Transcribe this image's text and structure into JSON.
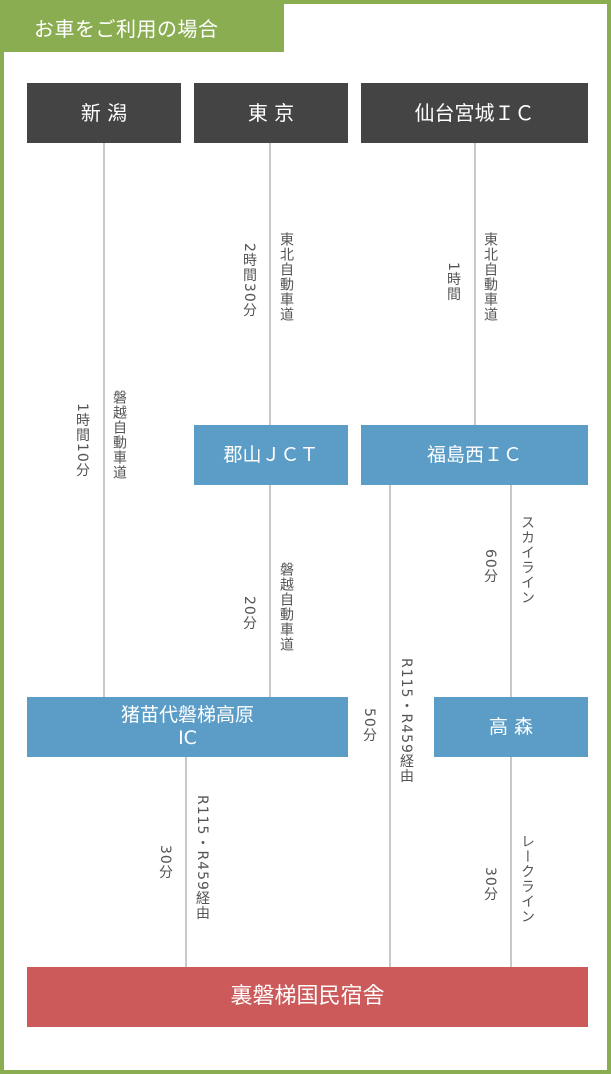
{
  "header": {
    "title": "お車をご利用の場合"
  },
  "colors": {
    "frame_green": "#8aad52",
    "origin_dark": "#444444",
    "junction_blue": "#5b9dc6",
    "destination_red": "#cd5a5a",
    "connector_gray": "#c8c8c8",
    "label_text": "#555555"
  },
  "origins": [
    {
      "label": "新 潟"
    },
    {
      "label": "東 京"
    },
    {
      "label": "仙台宮城ＩＣ"
    }
  ],
  "junctions": [
    {
      "label": "郡山ＪＣＴ"
    },
    {
      "label": "福島西ＩＣ"
    },
    {
      "label": "猪苗代磐梯高原",
      "label_line2": "IC"
    },
    {
      "label": "高 森"
    }
  ],
  "destination": {
    "label": "裏磐梯国民宿舎"
  },
  "routes": [
    {
      "from": "新 潟",
      "to": "猪苗代磐梯高原IC",
      "road": "磐越自動車道",
      "time": "1時間10分"
    },
    {
      "from": "東 京",
      "to": "郡山ＪＣＴ",
      "road": "東北自動車道",
      "time": "2時間30分"
    },
    {
      "from": "仙台宮城ＩＣ",
      "to": "福島西ＩＣ",
      "road": "東北自動車道",
      "time": "1時間"
    },
    {
      "from": "郡山ＪＣＴ",
      "to": "猪苗代磐梯高原IC",
      "road": "磐越自動車道",
      "time": "20分"
    },
    {
      "from": "福島西ＩＣ",
      "to": "裏磐梯国民宿舎",
      "road": "R115・R459経由",
      "time": "50分"
    },
    {
      "from": "福島西ＩＣ",
      "to": "高 森",
      "road": "スカイライン",
      "time": "60分"
    },
    {
      "from": "猪苗代磐梯高原IC",
      "to": "裏磐梯国民宿舎",
      "road": "R115・R459経由",
      "time": "30分"
    },
    {
      "from": "高 森",
      "to": "裏磐梯国民宿舎",
      "road": "レークライン",
      "time": "30分"
    }
  ]
}
